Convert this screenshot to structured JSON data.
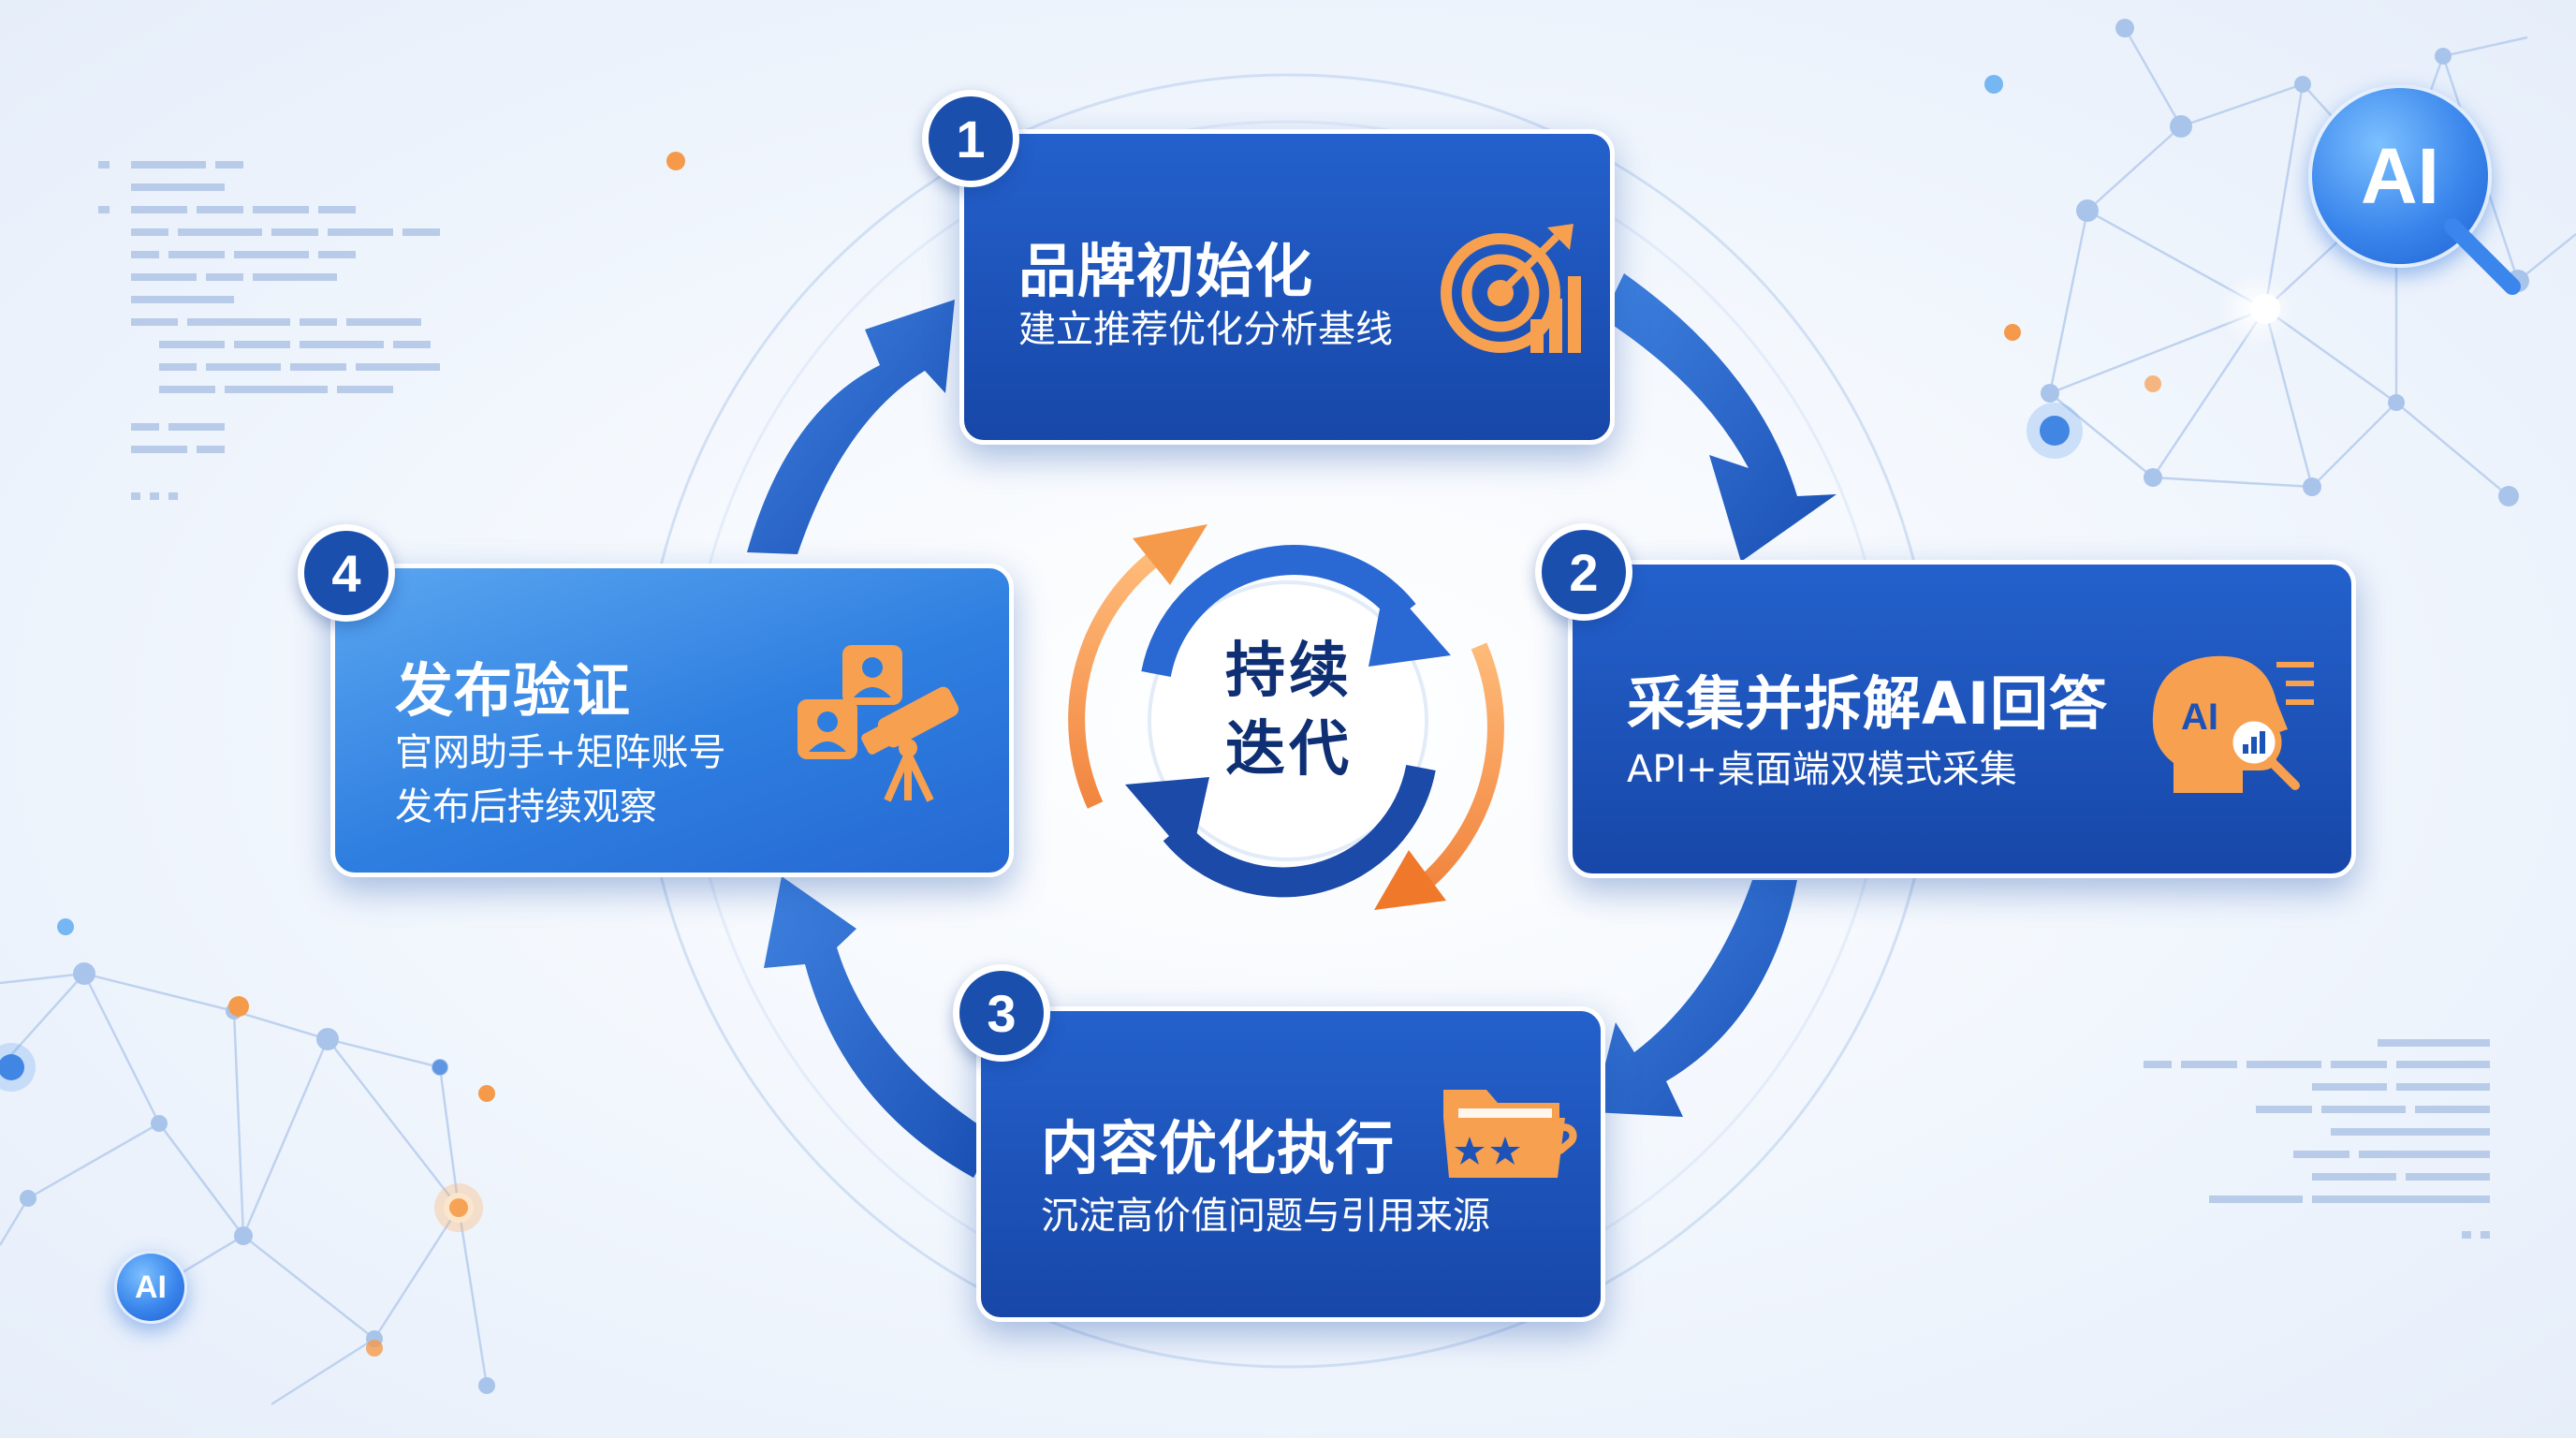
{
  "steps": [
    {
      "number": "1",
      "title": "品牌初始化",
      "desc": [
        "建立推荐优化分析基线"
      ]
    },
    {
      "number": "2",
      "title": "采集并拆解AI回答",
      "desc": [
        "API+桌面端双模式采集"
      ]
    },
    {
      "number": "3",
      "title": "内容优化执行",
      "desc": [
        "沉淀高价值问题与引用来源"
      ]
    },
    {
      "number": "4",
      "title": "发布验证",
      "desc": [
        "官网助手+矩阵账号",
        "发布后持续观察"
      ]
    }
  ],
  "center": {
    "line1": "持续",
    "line2": "迭代"
  },
  "badges": {
    "top_right": "AI",
    "bottom_left": "AI"
  },
  "icons": {
    "step1": "target-chart-icon",
    "step2": "ai-head-analysis-icon",
    "step3": "folder-link-icon",
    "step4": "people-telescope-icon"
  },
  "colors": {
    "card_dark": "#1d52b6",
    "card_light": "#3a8ae6",
    "arrow_blue": "#2a64cc",
    "accent_orange": "#f08a38",
    "center_text": "#0f2f74"
  }
}
